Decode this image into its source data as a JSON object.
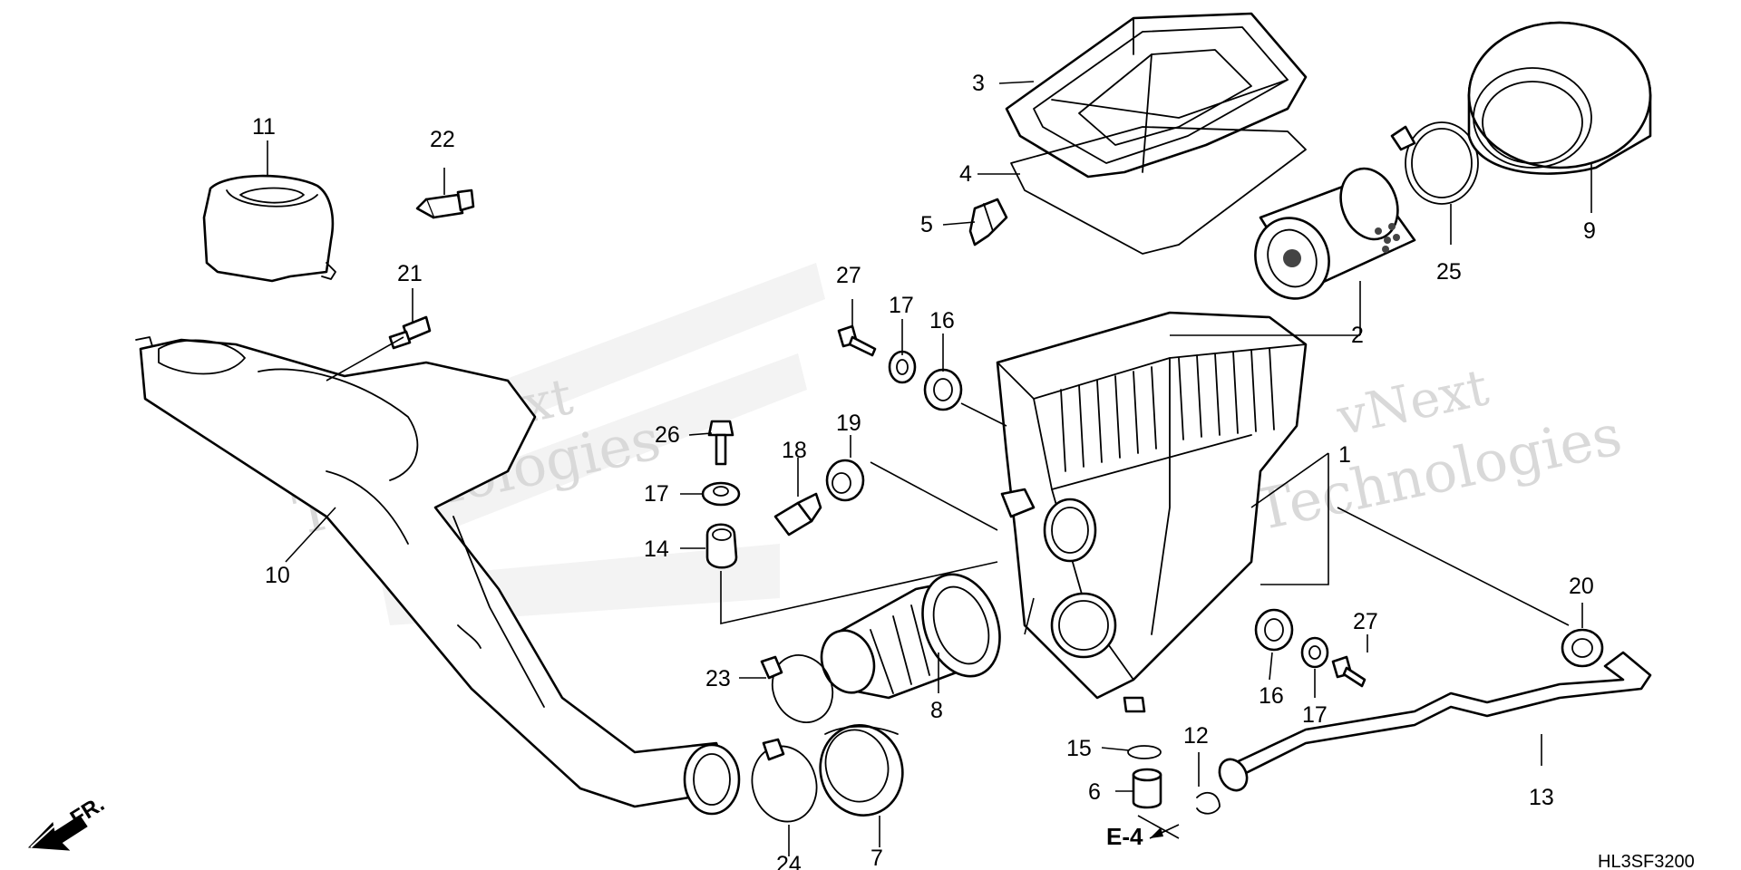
{
  "watermark": {
    "line1": "vNext",
    "line2": "Technologies",
    "small": "vNext Technologies"
  },
  "callouts": {
    "c1": "1",
    "c2": "2",
    "c3": "3",
    "c4": "4",
    "c5": "5",
    "c6": "6",
    "c7": "7",
    "c8": "8",
    "c9": "9",
    "c10": "10",
    "c11": "11",
    "c12": "12",
    "c13": "13",
    "c14": "14",
    "c15": "15",
    "c16a": "16",
    "c16b": "16",
    "c17a": "17",
    "c17b": "17",
    "c17c": "17",
    "c18": "18",
    "c19": "19",
    "c20": "20",
    "c21": "21",
    "c22": "22",
    "c23": "23",
    "c24": "24",
    "c25": "25",
    "c26": "26",
    "c27a": "27",
    "c27b": "27"
  },
  "reference": "E-4",
  "direction": "FR.",
  "diagram_code": "HL3SF3200"
}
